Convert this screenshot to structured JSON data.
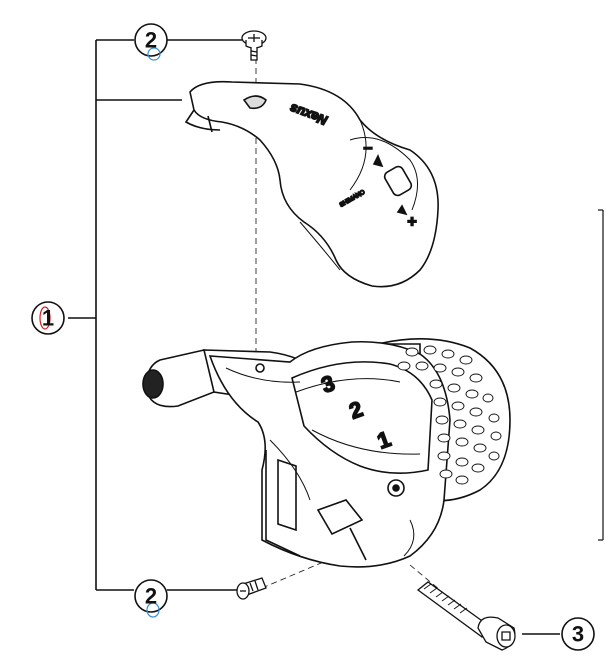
{
  "callouts": [
    {
      "id": "1",
      "label": "1",
      "part": "shifter-assembly"
    },
    {
      "id": "2a",
      "label": "2",
      "part": "cover-screw-top"
    },
    {
      "id": "2b",
      "label": "2",
      "part": "cover-screw-bottom"
    },
    {
      "id": "3",
      "label": "3",
      "part": "mounting-bolt"
    }
  ],
  "cover": {
    "brand": "Nexus",
    "maker": "SHIMANO",
    "minus_symbol": "–",
    "plus_symbol": "+"
  },
  "gear_numbers": [
    "3",
    "2",
    "1"
  ],
  "colors": {
    "line": "#111111",
    "callout_fill": "#ffffff",
    "highlight_red": "#d11f1f",
    "highlight_blue": "#3a8fd6"
  }
}
